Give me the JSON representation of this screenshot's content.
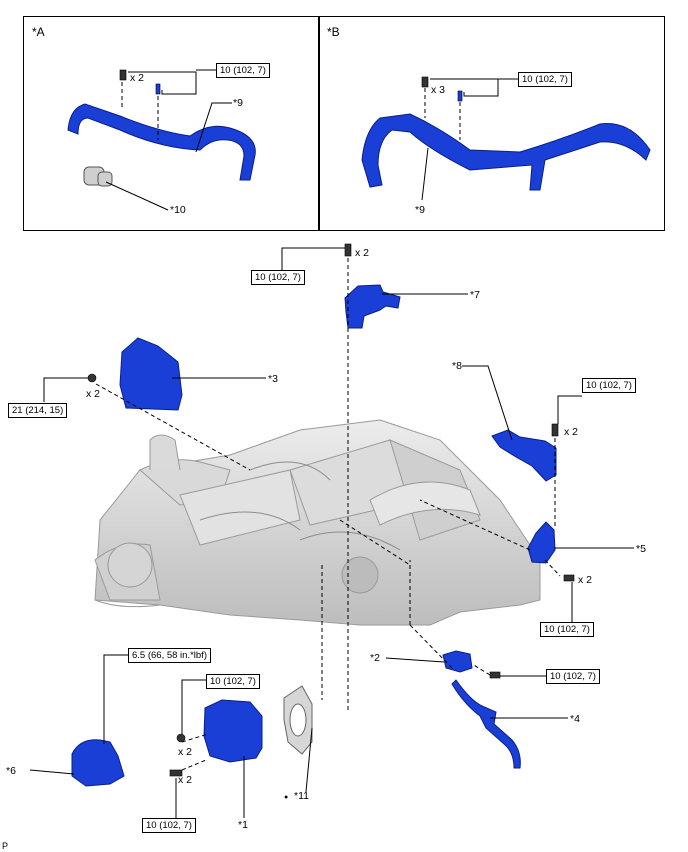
{
  "insets": {
    "a": {
      "label": "*A",
      "torque": "10 (102, 7)",
      "qty": "x 2",
      "part_9": "*9",
      "part_10": "*10"
    },
    "b": {
      "label": "*B",
      "torque": "10 (102, 7)",
      "qty": "x 3",
      "part_9": "*9"
    }
  },
  "parts": {
    "p1": "*1",
    "p2": "*2",
    "p3": "*3",
    "p4": "*4",
    "p5": "*5",
    "p6": "*6",
    "p7": "*7",
    "p8": "*8",
    "p11": "*11",
    "dot": "●"
  },
  "torques": {
    "t_p7": "10 (102, 7)",
    "t_p3": "21 (214, 15)",
    "t_p8": "10 (102, 7)",
    "t_p5": "10 (102, 7)",
    "t_p2": "10 (102, 7)",
    "t_p6": "6.5 (66, 58 in.*lbf)",
    "t_p1_top": "10 (102, 7)",
    "t_p1_bottom": "10 (102, 7)"
  },
  "quantities": {
    "q_p7": "x 2",
    "q_p3": "x 2",
    "q_p8": "x 2",
    "q_p5": "x 2",
    "q_p1_top": "x 2",
    "q_p1_bottom": "x 2"
  },
  "footer": {
    "code": "P"
  },
  "colors": {
    "part_blue": "#1a3fd6",
    "engine_gray": "#c8c8c8",
    "line": "#000000"
  }
}
